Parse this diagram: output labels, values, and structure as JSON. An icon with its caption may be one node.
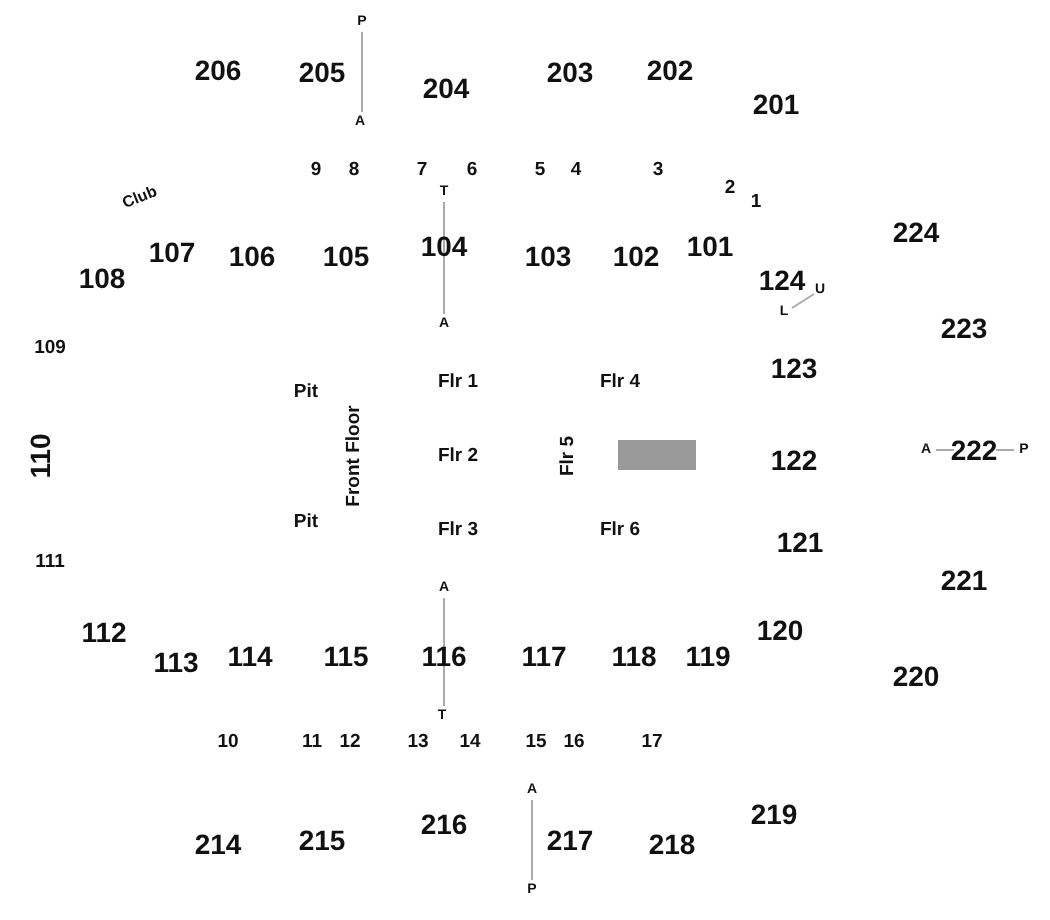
{
  "diagram": {
    "labels": [
      "P",
      "206",
      "205",
      "203",
      "202",
      "204",
      "201",
      "A",
      "9",
      "8",
      "7",
      "6",
      "5",
      "4",
      "3",
      "2",
      "1",
      "T",
      "Club",
      "224",
      "107",
      "106",
      "105",
      "104",
      "103",
      "102",
      "101",
      "108",
      "124",
      "U",
      "L",
      "A",
      "223",
      "109",
      "123",
      "Pit",
      "Flr 1",
      "Flr 4",
      "110",
      "Front Floor",
      "Flr 2",
      "Flr 5",
      "122",
      "A",
      "222",
      "P",
      "Pit",
      "Flr 3",
      "Flr 6",
      "121",
      "111",
      "221",
      "A",
      "112",
      "120",
      "113",
      "114",
      "115",
      "116",
      "117",
      "118",
      "119",
      "220",
      "T",
      "10",
      "11",
      "12",
      "13",
      "14",
      "15",
      "16",
      "17",
      "A",
      "219",
      "216",
      "214",
      "215",
      "217",
      "218",
      "P"
    ]
  }
}
